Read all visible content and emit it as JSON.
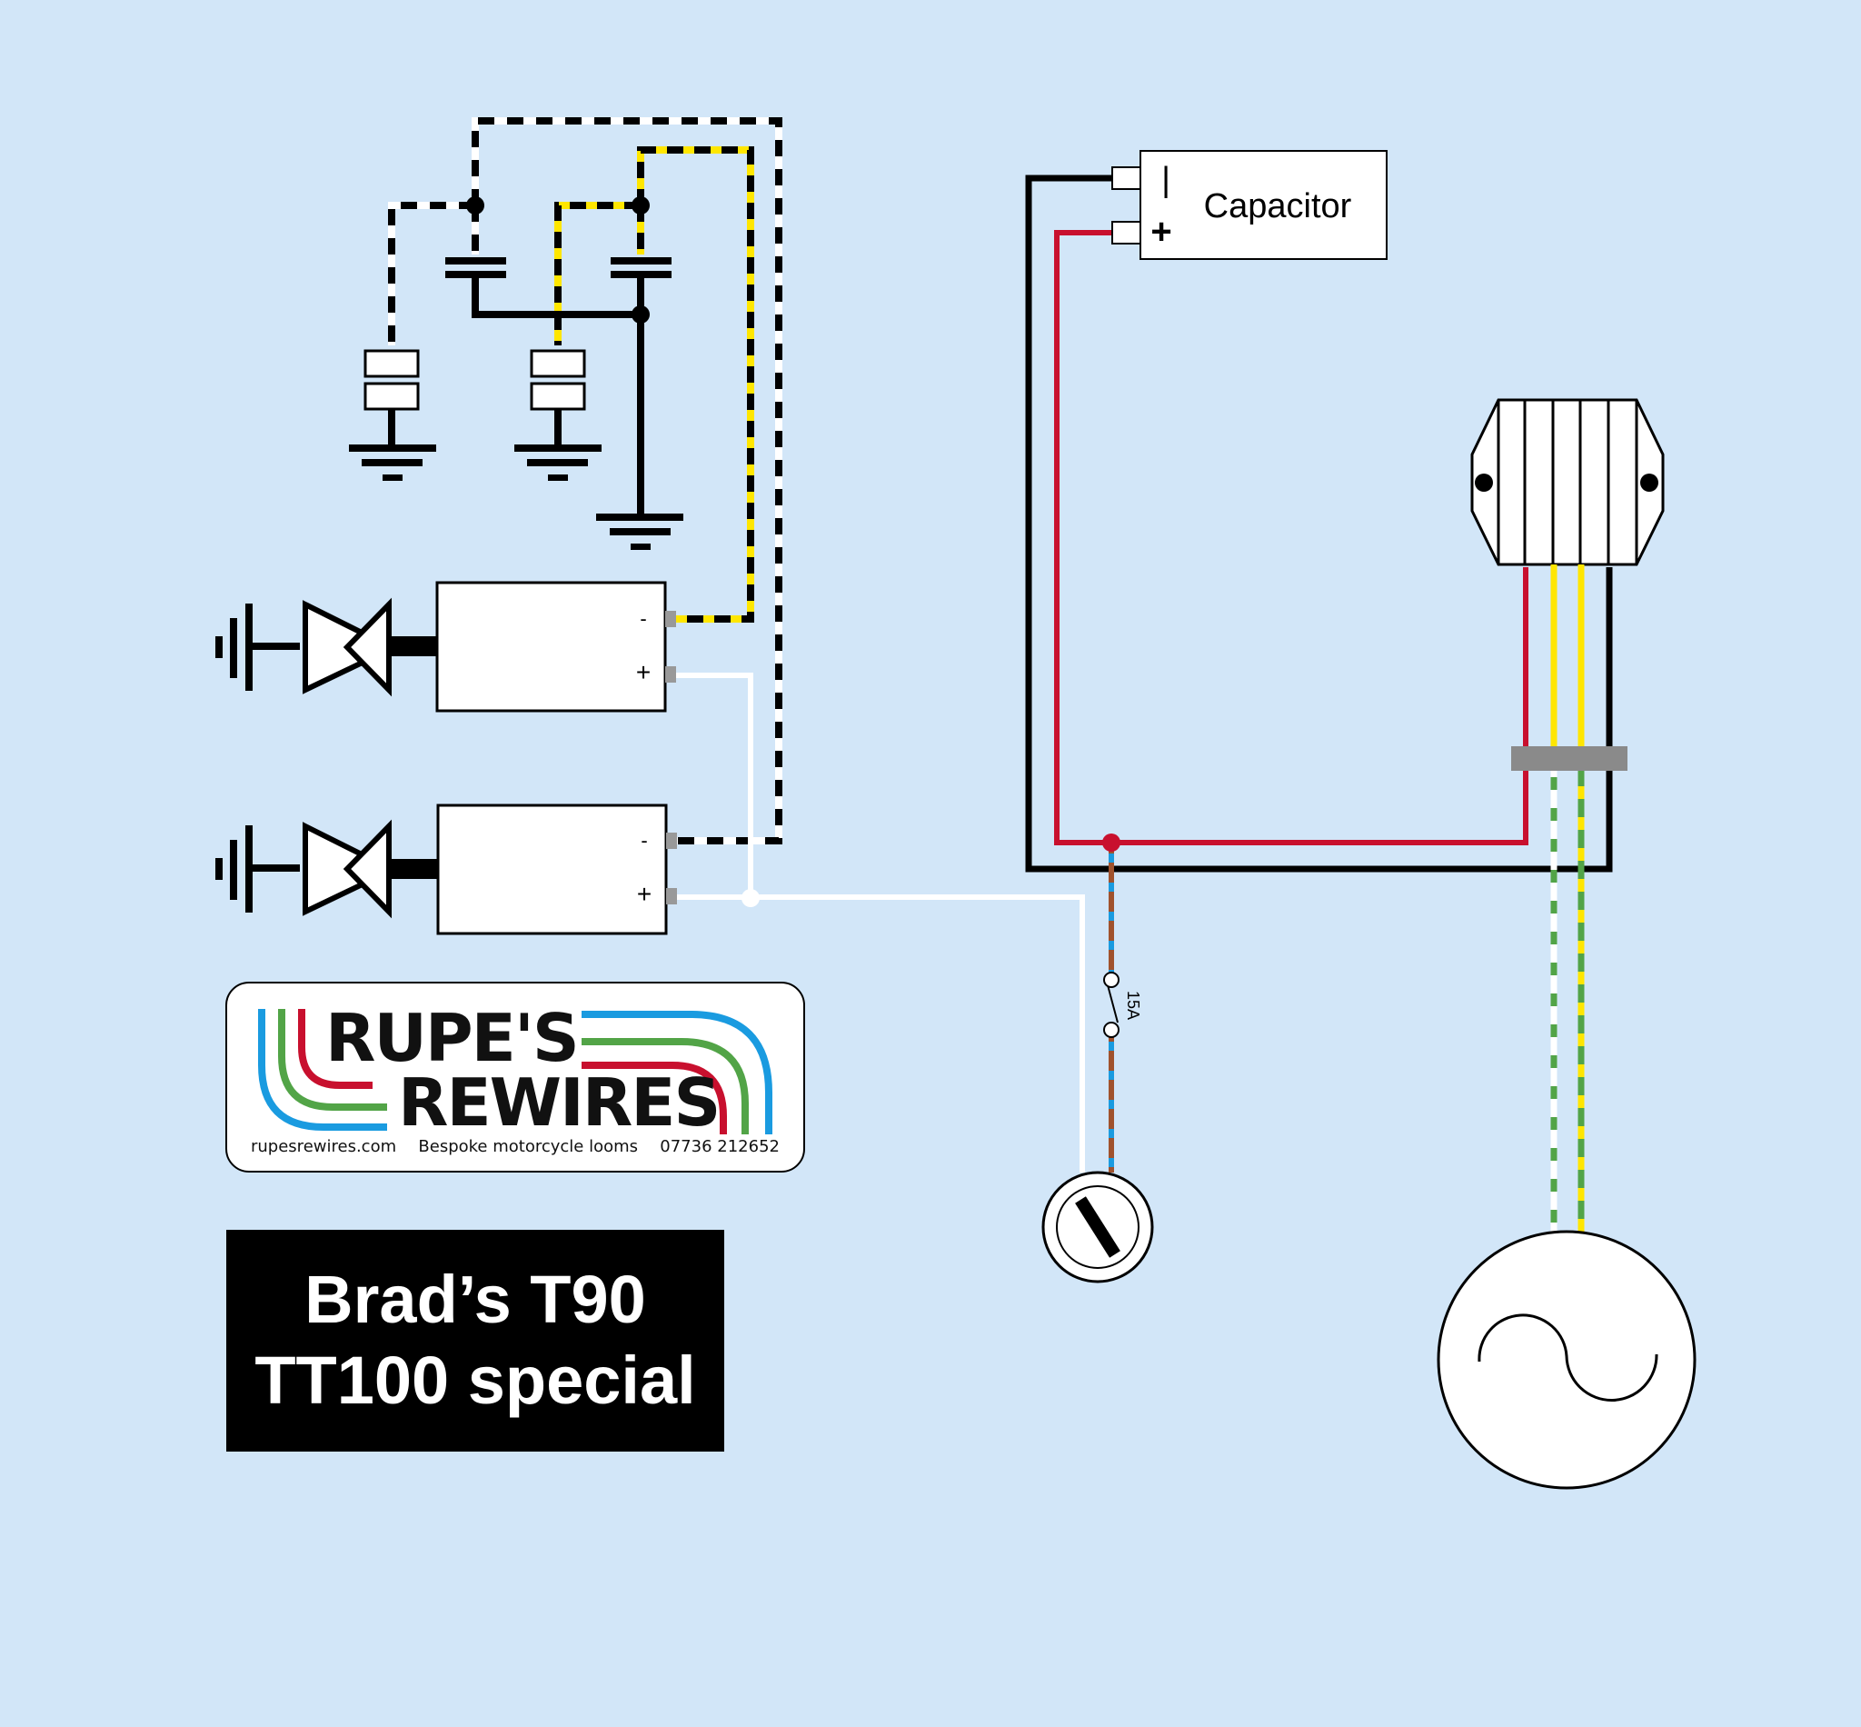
{
  "title": {
    "line1": "Brad’s T90",
    "line2": "TT100 special"
  },
  "logo": {
    "word1": "RUPE'S",
    "word2": "REWIRES",
    "website": "rupesrewires.com",
    "tagline": "Bespoke motorcycle looms",
    "phone": "07736 212652",
    "stripe_colors": [
      "#1a9be0",
      "#52a447",
      "#c8102e"
    ]
  },
  "components": {
    "capacitor": {
      "label": "Capacitor",
      "neg_symbol": "|",
      "pos_symbol": "+"
    },
    "coil_top": {
      "neg_symbol": "-",
      "pos_symbol": "+"
    },
    "coil_bottom": {
      "neg_symbol": "-",
      "pos_symbol": "+"
    },
    "fuse": {
      "rating": "15A"
    }
  },
  "colors": {
    "background": "#d2e6f8",
    "red": "#c8102e",
    "yellow": "#ffe600",
    "green": "#52a447",
    "brown": "#a0522d",
    "blue": "#1a9be0",
    "grey": "#8a8a8a"
  }
}
